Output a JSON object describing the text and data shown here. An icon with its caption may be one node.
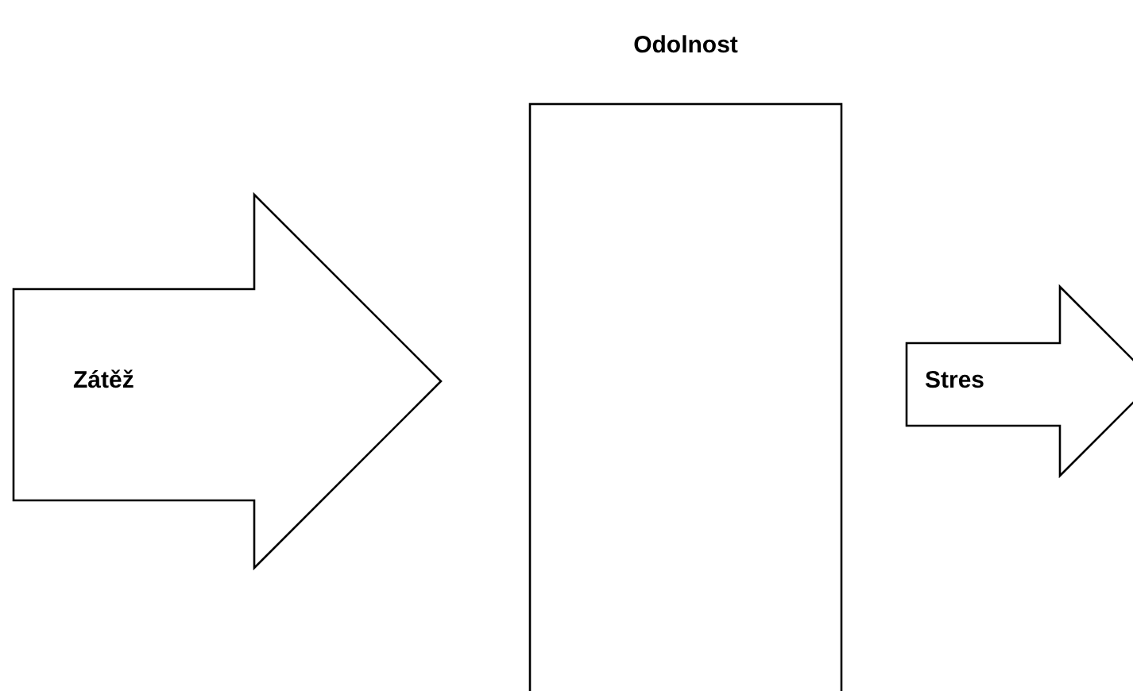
{
  "diagram": {
    "nodes": [
      {
        "text": [
          "Zátěž"
        ]
      },
      {
        "text": [
          "Odolnost"
        ]
      },
      {
        "text": [
          "Stres"
        ]
      }
    ]
  }
}
